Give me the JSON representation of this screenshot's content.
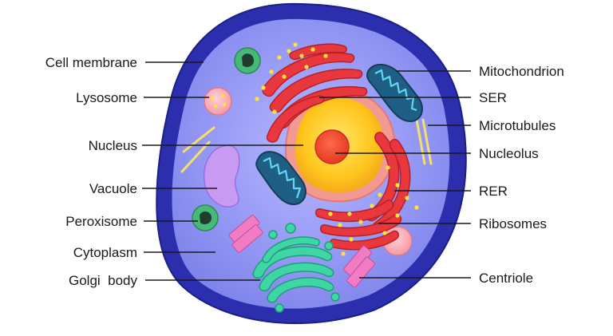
{
  "labels": {
    "cell_membrane": "Cell membrane",
    "lysosome": "Lysosome",
    "nucleus": "Nucleus",
    "vacuole": "Vacuole",
    "peroxisome": "Peroxisome",
    "cytoplasm": "Cytoplasm",
    "golgi_body": "Golgi  body",
    "mitochondrion": "Mitochondrion",
    "ser": "SER",
    "microtubules": "Microtubules",
    "nucleolus": "Nucleolus",
    "rer": "RER",
    "ribosomes": "Ribosomes",
    "centriole": "Centriole"
  },
  "colors": {
    "membrane": "#2b2fae",
    "cytoplasm": "#8f93f5",
    "nucleus_outer": "#f08a8a",
    "nucleus_inner": "#ffcf2e",
    "nucleolus": "#f0452a",
    "er": "#e8383d",
    "mitochondrion": "#1f5f86",
    "golgi": "#3fd6a6",
    "vacuole": "#c89af2",
    "lysosome": "#ffb0b8",
    "peroxisome": "#3aa86a",
    "centriole": "#f27cc4",
    "microtubule": "#f5e06a",
    "ribosome": "#ffe23a"
  }
}
